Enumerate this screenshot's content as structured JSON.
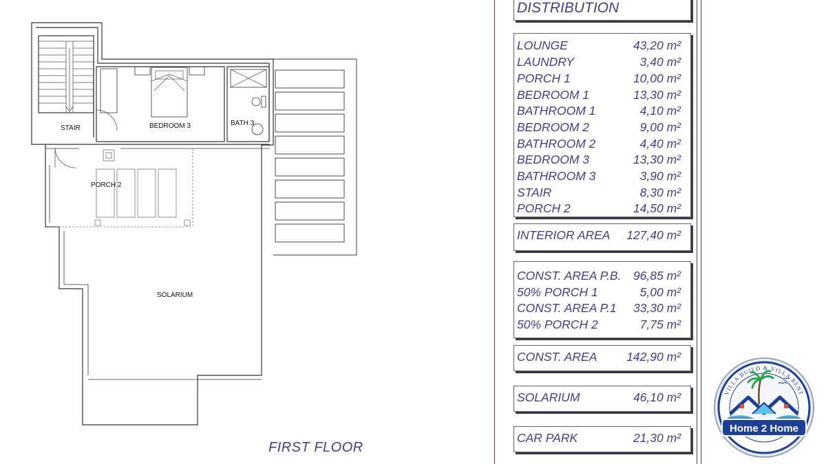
{
  "plan": {
    "floor_title": "FIRST FLOOR",
    "rooms": {
      "stair": "STAIR",
      "bedroom3": "BEDROOM 3",
      "bath3": "BATH 3",
      "porch2": "PORCH 2",
      "solarium": "SOLARIUM"
    }
  },
  "distribution": {
    "title": "DISTRIBUTION",
    "rooms": [
      {
        "label": "LOUNGE",
        "value": "43,20 m²"
      },
      {
        "label": "LAUNDRY",
        "value": "3,40 m²"
      },
      {
        "label": "PORCH 1",
        "value": "10,00 m²"
      },
      {
        "label": "BEDROOM 1",
        "value": "13,30 m²"
      },
      {
        "label": "BATHROOM 1",
        "value": "4,10 m²"
      },
      {
        "label": "BEDROOM 2",
        "value": "9,00 m²"
      },
      {
        "label": "BATHROOM 2",
        "value": "4,40 m²"
      },
      {
        "label": "BEDROOM 3",
        "value": "13,30 m²"
      },
      {
        "label": "BATHROOM 3",
        "value": "3,90 m²"
      },
      {
        "label": "STAIR",
        "value": "8,30 m²"
      },
      {
        "label": "PORCH 2",
        "value": "14,50 m²"
      }
    ],
    "interior_area": {
      "label": "INTERIOR AREA",
      "value": "127,40 m²"
    },
    "construction": [
      {
        "label": "CONST. AREA P.B.",
        "value": "96,85 m²"
      },
      {
        "label": "50% PORCH 1",
        "value": "5,00 m²"
      },
      {
        "label": "CONST. AREA P.1",
        "value": "33,30 m²"
      },
      {
        "label": "50% PORCH 2",
        "value": "7,75 m²"
      }
    ],
    "const_area": {
      "label": "CONST. AREA",
      "value": "142,90 m²"
    },
    "solarium": {
      "label": "SOLARIUM",
      "value": "46,10 m²"
    },
    "car_park": {
      "label": "CAR PARK",
      "value": "21,30 m²"
    }
  },
  "logo": {
    "brand": "Home 2 Home",
    "ring_text": "VILLA BUILD & VILLA RENT"
  },
  "colors": {
    "table_text": "#4b3a86",
    "table_border": "#6a5a8c",
    "divider": "#6d3b4c",
    "logo_blue": "#1d3f96"
  }
}
